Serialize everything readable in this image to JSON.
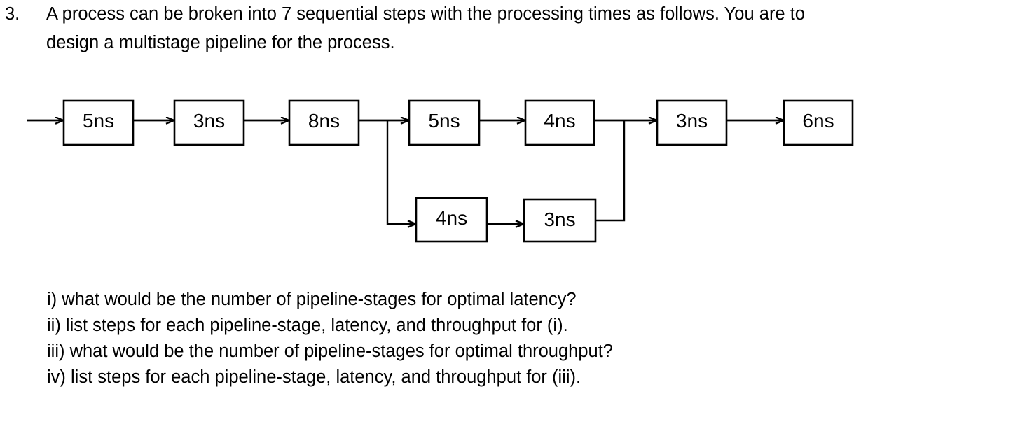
{
  "question": {
    "number": "3.",
    "line1": "A process can be broken into 7 sequential steps with the processing times as follows. You are to",
    "line2": "design a multistage pipeline for the process."
  },
  "diagram": {
    "type": "pipeline-flow-diagram",
    "top_row_steps": [
      {
        "label": "5ns",
        "value_ns": 5
      },
      {
        "label": "3ns",
        "value_ns": 3
      },
      {
        "label": "8ns",
        "value_ns": 8
      },
      {
        "label": "5ns",
        "value_ns": 5
      },
      {
        "label": "4ns",
        "value_ns": 4
      },
      {
        "label": "3ns",
        "value_ns": 3
      },
      {
        "label": "6ns",
        "value_ns": 6
      }
    ],
    "bottom_branch_steps": [
      {
        "label": "4ns",
        "value_ns": 4
      },
      {
        "label": "3ns",
        "value_ns": 3
      }
    ],
    "fork_after_step": 3,
    "merge_before_step": 6,
    "stroke_color": "#000000",
    "fill_color": "#ffffff"
  },
  "subquestions": [
    "i) what would be the number of pipeline-stages for optimal latency?",
    "ii) list steps for each pipeline-stage, latency, and throughput for (i).",
    "iii) what would be the number of pipeline-stages for optimal throughput?",
    "iv) list steps for each pipeline-stage, latency, and throughput for (iii)."
  ]
}
